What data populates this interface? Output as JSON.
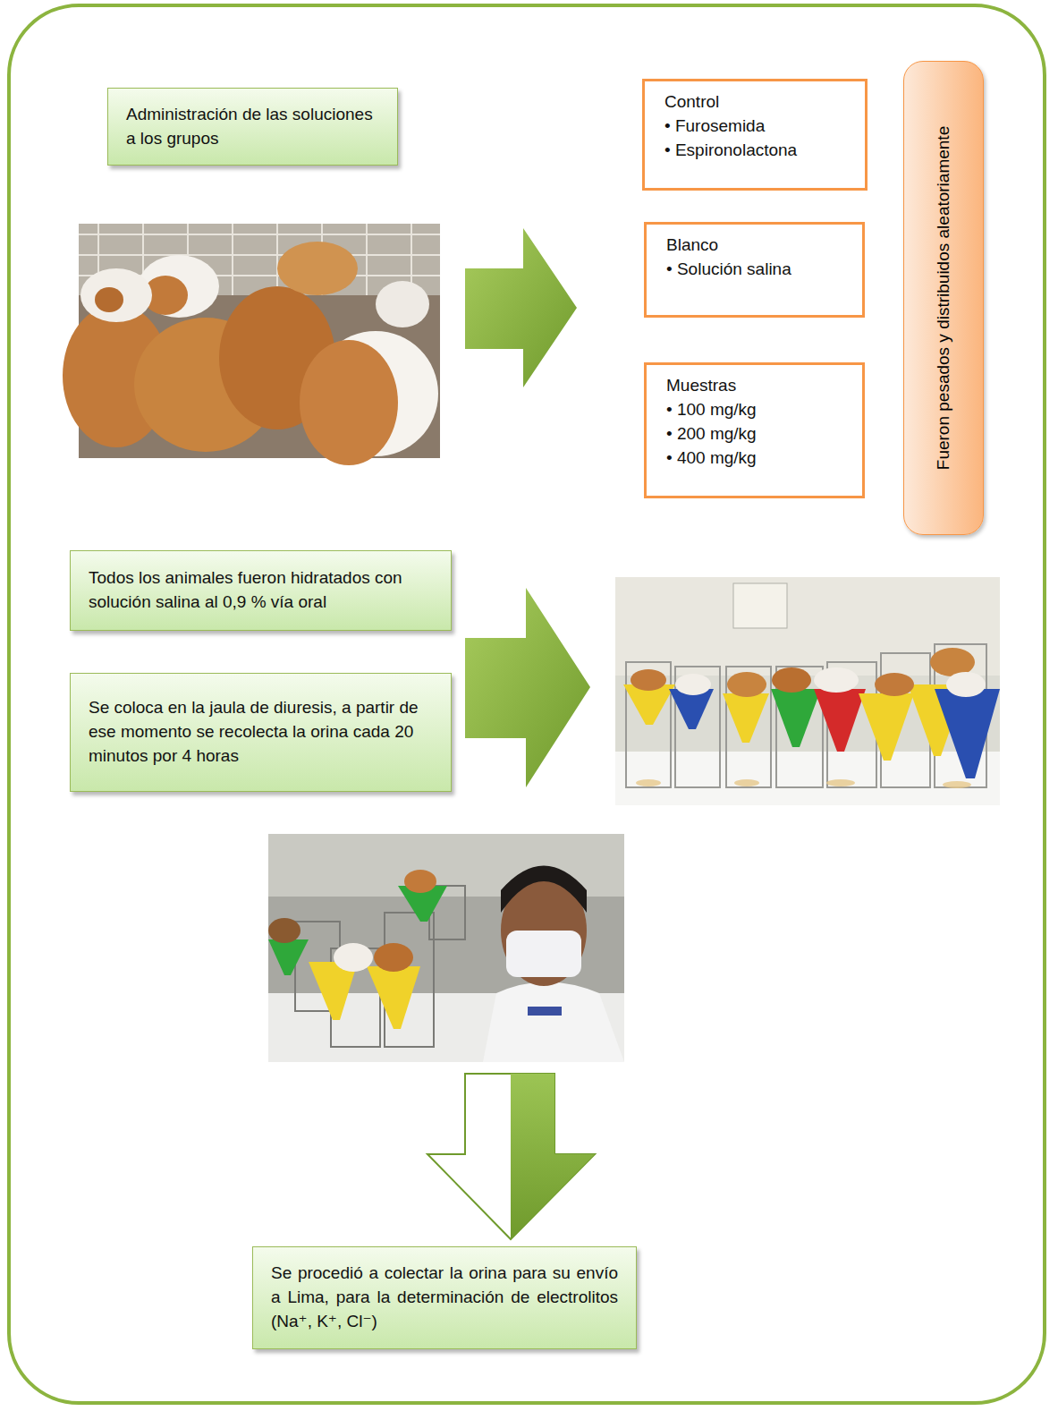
{
  "diagram": {
    "nodes": [
      {
        "text": [
          "Administración de las soluciones a los grupos"
        ]
      },
      {
        "text": [
          "Control",
          "• Furosemida",
          "• Espironolactona"
        ]
      },
      {
        "text": [
          "Blanco",
          "• Solución salina"
        ]
      },
      {
        "text": [
          "Muestras",
          "• 100 mg/kg",
          "• 200 mg/kg",
          "• 400 mg/kg"
        ]
      },
      {
        "text": [
          "Fueron pesados y distribuidos aleatoriamente"
        ]
      },
      {
        "text": [
          "Todos los animales fueron hidratados con solución salina al 0,9 % vía oral"
        ]
      },
      {
        "text": [
          "Se coloca en la jaula de diuresis, a partir de ese momento se recolecta la orina cada 20 minutos por 4 horas"
        ]
      },
      {
        "text": [
          "Se procedió a colectar la orina para su envío a Lima, para la determinación de electrolitos (Na⁺, K⁺, Cl⁻)"
        ]
      }
    ]
  }
}
